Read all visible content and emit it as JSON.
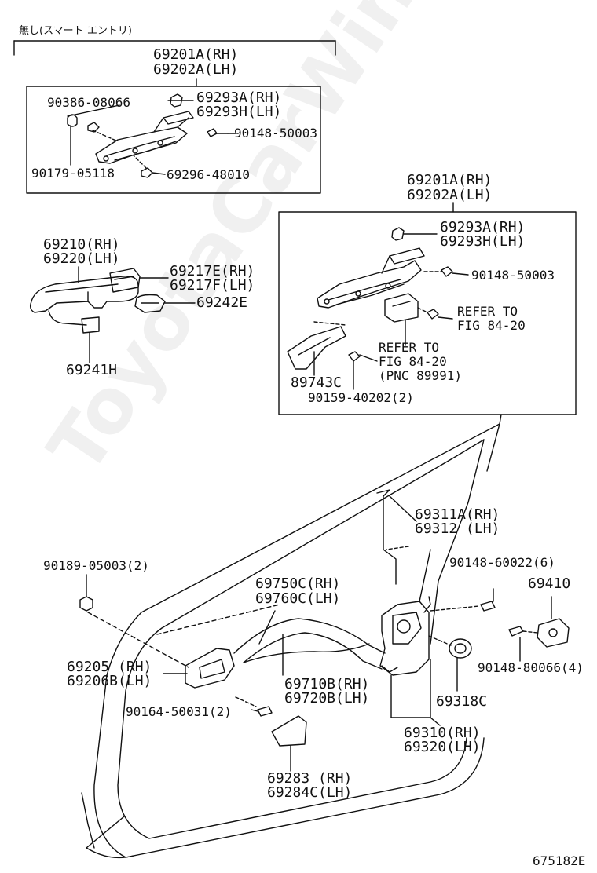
{
  "header_note": "無し(スマート エントリ)",
  "watermark": "ToyotaCarWin.ru",
  "figure_id": "675182E",
  "colors": {
    "ink": "#111111",
    "watermark": "#e6e6e6"
  },
  "labels": {
    "l_69201a_top": "69201A(RH)",
    "l_69202a_top": "69202A(LH)",
    "l_90386": "90386-08066",
    "l_69293a_top": "69293A(RH)",
    "l_69293h_top": "69293H(LH)",
    "l_90148_50003_top": "90148-50003",
    "l_90179": "90179-05118",
    "l_69296": "69296-48010",
    "l_69201a_mid": "69201A(RH)",
    "l_69202a_mid": "69202A(LH)",
    "l_69210": "69210(RH)",
    "l_69220": "69220(LH)",
    "l_69217e": "69217E(RH)",
    "l_69217f": "69217F(LH)",
    "l_69242e": "69242E",
    "l_69241h": "69241H",
    "l_69293a_mid": "69293A(RH)",
    "l_69293h_mid": "69293H(LH)",
    "l_90148_50003_mid": "90148-50003",
    "l_refer1a": "REFER TO",
    "l_refer1b": "FIG 84-20",
    "l_refer2a": "REFER TO",
    "l_refer2b": "FIG 84-20",
    "l_refer2c": "(PNC 89991)",
    "l_89743c": "89743C",
    "l_90159": "90159-40202(2)",
    "l_69311a": "69311A(RH)",
    "l_69312": "69312 (LH)",
    "l_90189": "90189-05003(2)",
    "l_90148_60022": "90148-60022(6)",
    "l_69410": "69410",
    "l_69750c": "69750C(RH)",
    "l_69760c": "69760C(LH)",
    "l_69205": "69205 (RH)",
    "l_69206b": "69206B(LH)",
    "l_90148_80066": "90148-80066(4)",
    "l_69710b": "69710B(RH)",
    "l_69720b": "69720B(LH)",
    "l_69318c": "69318C",
    "l_90164": "90164-50031(2)",
    "l_69310": "69310(RH)",
    "l_69320": "69320(LH)",
    "l_69283": "69283 (RH)",
    "l_69284c": "69284C(LH)"
  }
}
